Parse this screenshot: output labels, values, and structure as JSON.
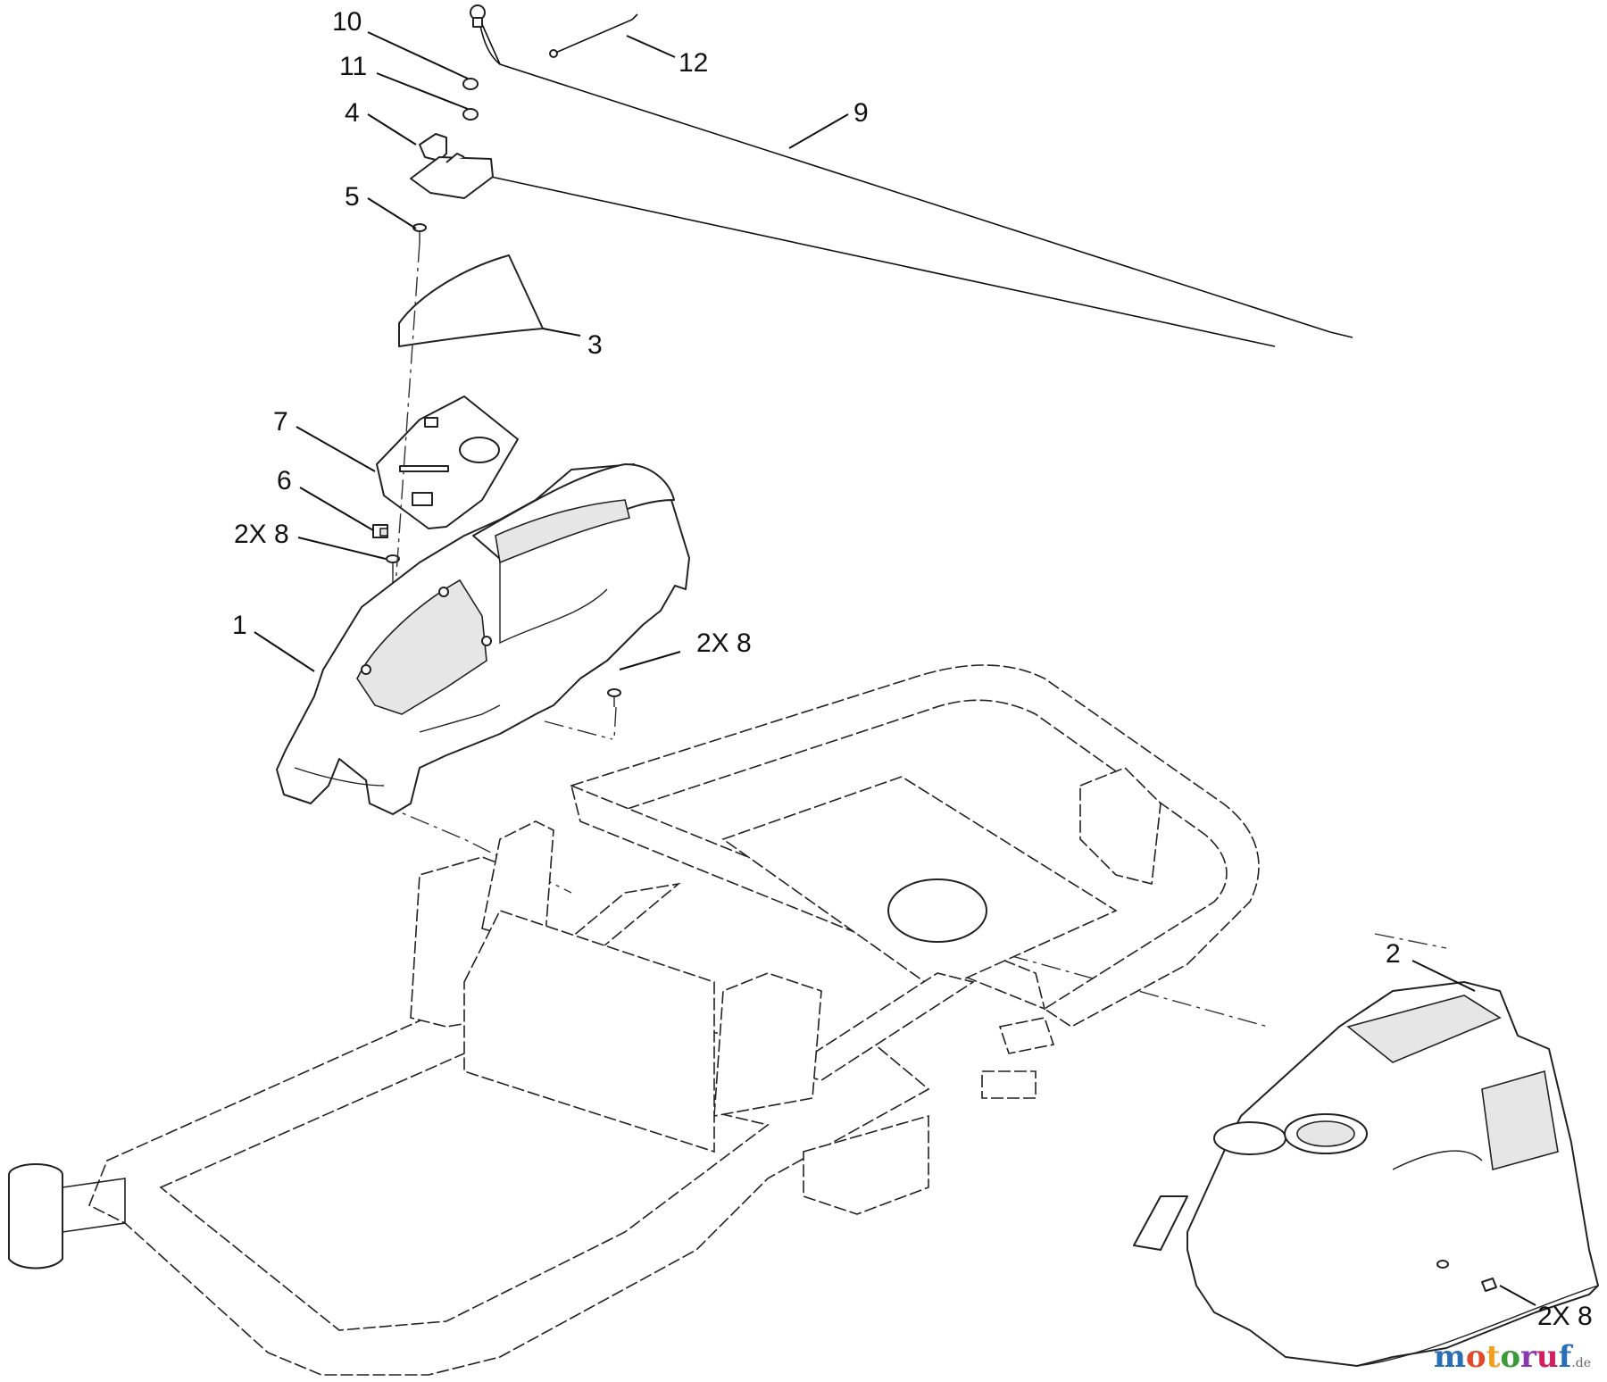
{
  "callouts": {
    "c10": "10",
    "c11": "11",
    "c12": "12",
    "c9": "9",
    "c4": "4",
    "c5": "5",
    "c3": "3",
    "c7": "7",
    "c6": "6",
    "c8a": "2X 8",
    "c1": "1",
    "c8b": "2X 8",
    "c2": "2",
    "c8c": "2X 8"
  },
  "watermark": {
    "text": "motoruf",
    "suffix": ".de",
    "colors": [
      "#2a6fb5",
      "#e04a2a",
      "#f0a020",
      "#3a9a3a",
      "#8a3ab0",
      "#d02060",
      "#2a6fb5"
    ]
  }
}
